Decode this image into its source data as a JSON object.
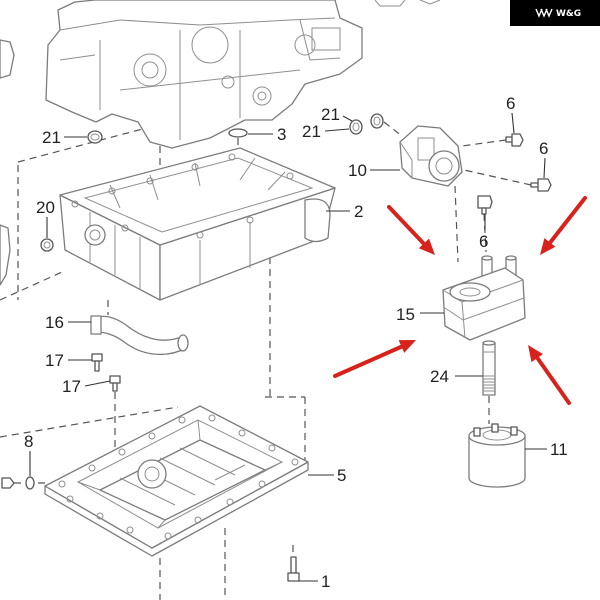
{
  "logo": {
    "text": "W&G",
    "icon": "wings-logo-icon"
  },
  "colors": {
    "arrow": "#d8231c",
    "line": "#7c7c7c",
    "background": "#ffffff",
    "logo_background": "#000000"
  },
  "callouts": [
    "21",
    "3",
    "21",
    "21",
    "6",
    "6",
    "10",
    "20",
    "2",
    "6",
    "15",
    "16",
    "17",
    "17",
    "24",
    "8",
    "11",
    "5",
    "1"
  ]
}
